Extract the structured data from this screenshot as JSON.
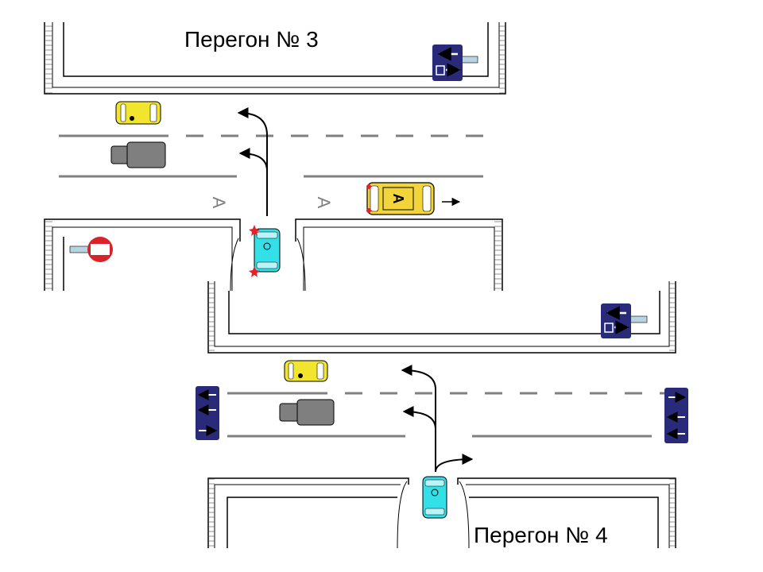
{
  "titles": {
    "segment_3": "Перегон № 3",
    "segment_4": "Перегон № 4"
  },
  "bus_letter": "А",
  "lane_letter": "А",
  "colors": {
    "road_line": "#808080",
    "sign_blue": "#2a2a7a",
    "taxi_yellow": "#f2e52e",
    "bus_yellow": "#f2d53a",
    "truck_gray": "#7f7f7f",
    "car_cyan": "#33e0e8",
    "stop_red": "#d8232a",
    "star_red": "#e8202a"
  }
}
